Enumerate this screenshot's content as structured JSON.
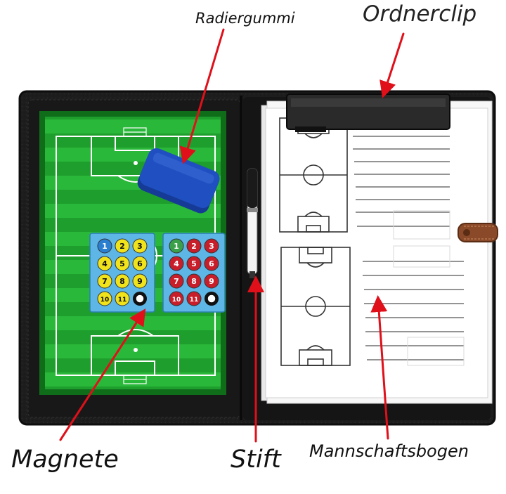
{
  "labels": {
    "eraser": "Radiergummi",
    "clip": "Ordnerclip",
    "magnets": "Magnete",
    "pen": "Stift",
    "sheets": "Mannschaftsbogen"
  },
  "magnets": {
    "blue_set": [
      "1",
      "2",
      "3",
      "4",
      "5",
      "6",
      "7",
      "8",
      "9",
      "10",
      "11"
    ],
    "red_set": [
      "1",
      "2",
      "3",
      "4",
      "5",
      "6",
      "7",
      "8",
      "9",
      "10",
      "11"
    ]
  },
  "colors": {
    "folder": "#1f1f1f",
    "pitch_green": "#1e9e2c",
    "pitch_stripe": "#2ab83a",
    "pitch_border": "#0f6d1a",
    "eraser_blue": "#1f4fc0",
    "magnet_yellow": "#f1e31b",
    "magnet_red": "#c81e2a",
    "magnet_board_blue": "#5db6e6",
    "arrow_red": "#e0101a",
    "strap_brown": "#8a4a2a"
  }
}
